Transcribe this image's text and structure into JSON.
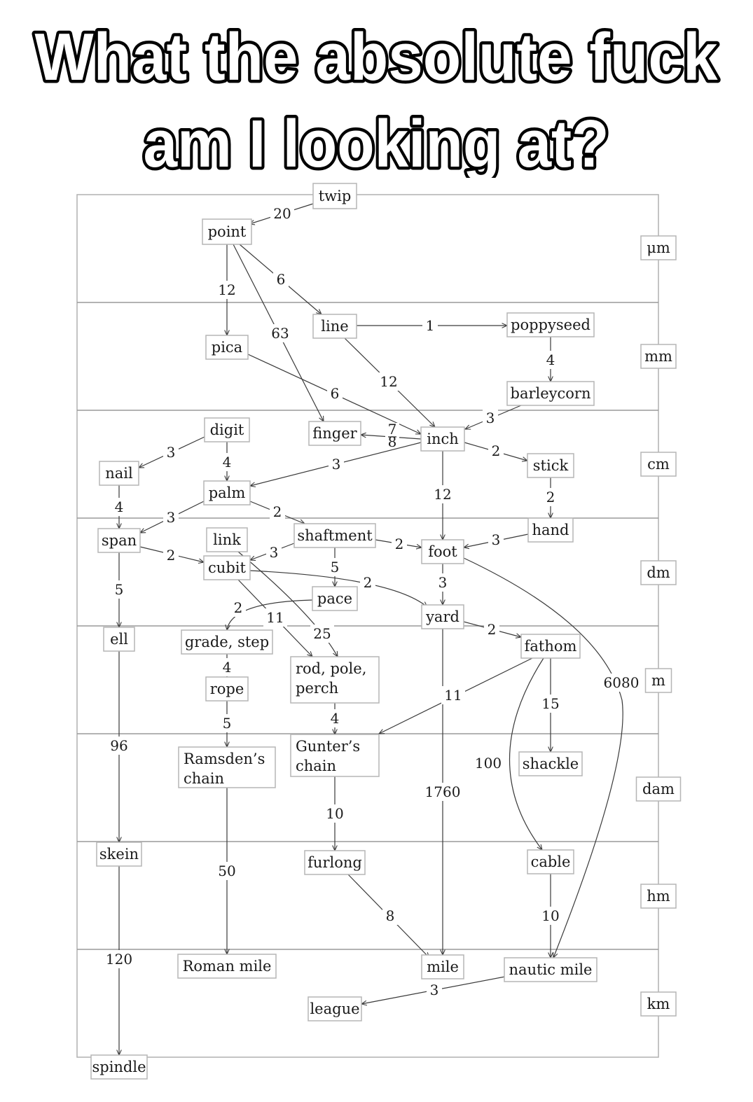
{
  "meme": {
    "line1": "What the absolute fuck",
    "line2": "am I looking at?"
  },
  "units": [
    "μm",
    "mm",
    "cm",
    "dm",
    "m",
    "dam",
    "hm",
    "km"
  ],
  "nodes": {
    "twip": [
      "twip"
    ],
    "point": [
      "point"
    ],
    "line": [
      "line"
    ],
    "poppyseed": [
      "poppyseed"
    ],
    "pica": [
      "pica"
    ],
    "barleycorn": [
      "barleycorn"
    ],
    "digit": [
      "digit"
    ],
    "finger": [
      "finger"
    ],
    "inch": [
      "inch"
    ],
    "nail": [
      "nail"
    ],
    "stick": [
      "stick"
    ],
    "palm": [
      "palm"
    ],
    "hand": [
      "hand"
    ],
    "span": [
      "span"
    ],
    "link": [
      "link"
    ],
    "shaftment": [
      "shaftment"
    ],
    "foot": [
      "foot"
    ],
    "cubit": [
      "cubit"
    ],
    "pace": [
      "pace"
    ],
    "yard": [
      "yard"
    ],
    "ell": [
      "ell"
    ],
    "grade": [
      "grade, step"
    ],
    "fathom": [
      "fathom"
    ],
    "rod": [
      "rod,   pole,",
      "perch"
    ],
    "rope": [
      "rope"
    ],
    "ramsden": [
      "Ramsden’s",
      "chain"
    ],
    "gunter": [
      "Gunter’s",
      "chain"
    ],
    "shackle": [
      "shackle"
    ],
    "skein": [
      "skein"
    ],
    "furlong": [
      "furlong"
    ],
    "cable": [
      "cable"
    ],
    "romanmile": [
      "Roman mile"
    ],
    "mile": [
      "mile"
    ],
    "nauticmile": [
      "nautic mile"
    ],
    "league": [
      "league"
    ],
    "spindle": [
      "spindle"
    ]
  },
  "edges": [
    {
      "id": "twip-point",
      "label": "20"
    },
    {
      "id": "point-line",
      "label": "6"
    },
    {
      "id": "point-pica",
      "label": "12"
    },
    {
      "id": "point-finger",
      "label": "63"
    },
    {
      "id": "line-poppyseed",
      "label": "1"
    },
    {
      "id": "poppyseed-barleycorn",
      "label": "4"
    },
    {
      "id": "line-inch",
      "label": "12"
    },
    {
      "id": "pica-inch",
      "label": "6"
    },
    {
      "id": "barleycorn-inch",
      "label": "3"
    },
    {
      "id": "inch-finger",
      "label": "7/8"
    },
    {
      "id": "inch-stick",
      "label": "2"
    },
    {
      "id": "inch-palm",
      "label": "3"
    },
    {
      "id": "inch-foot",
      "label": "12"
    },
    {
      "id": "digit-nail",
      "label": "3"
    },
    {
      "id": "digit-palm",
      "label": "4"
    },
    {
      "id": "nail-span",
      "label": "4"
    },
    {
      "id": "palm-span",
      "label": "3"
    },
    {
      "id": "palm-shaftment",
      "label": "2"
    },
    {
      "id": "stick-hand",
      "label": "2"
    },
    {
      "id": "hand-foot",
      "label": "3"
    },
    {
      "id": "shaftment-foot",
      "label": "2"
    },
    {
      "id": "shaftment-cubit",
      "label": "3"
    },
    {
      "id": "shaftment-pace",
      "label": "5"
    },
    {
      "id": "span-cubit",
      "label": "2"
    },
    {
      "id": "span-ell",
      "label": "5"
    },
    {
      "id": "cubit-yard",
      "label": "2"
    },
    {
      "id": "cubit-rod",
      "label": "11"
    },
    {
      "id": "link-rod",
      "label": "25"
    },
    {
      "id": "pace-grade",
      "label": "2"
    },
    {
      "id": "foot-yard",
      "label": "3"
    },
    {
      "id": "foot-nauticmile",
      "label": "6080"
    },
    {
      "id": "yard-fathom",
      "label": "2"
    },
    {
      "id": "yard-mile",
      "label": "1760"
    },
    {
      "id": "fathom-gunter",
      "label": "11"
    },
    {
      "id": "fathom-shackle",
      "label": "15"
    },
    {
      "id": "fathom-cable",
      "label": "100"
    },
    {
      "id": "grade-rope",
      "label": "4"
    },
    {
      "id": "rope-ramsden",
      "label": "5"
    },
    {
      "id": "rod-gunter",
      "label": "4"
    },
    {
      "id": "ell-skein",
      "label": "96"
    },
    {
      "id": "ramsden-romanmile",
      "label": "50"
    },
    {
      "id": "gunter-furlong",
      "label": "10"
    },
    {
      "id": "furlong-mile",
      "label": "8"
    },
    {
      "id": "cable-nauticmile",
      "label": "10"
    },
    {
      "id": "nauticmile-league",
      "label": "3"
    },
    {
      "id": "skein-spindle",
      "label": "120"
    }
  ]
}
